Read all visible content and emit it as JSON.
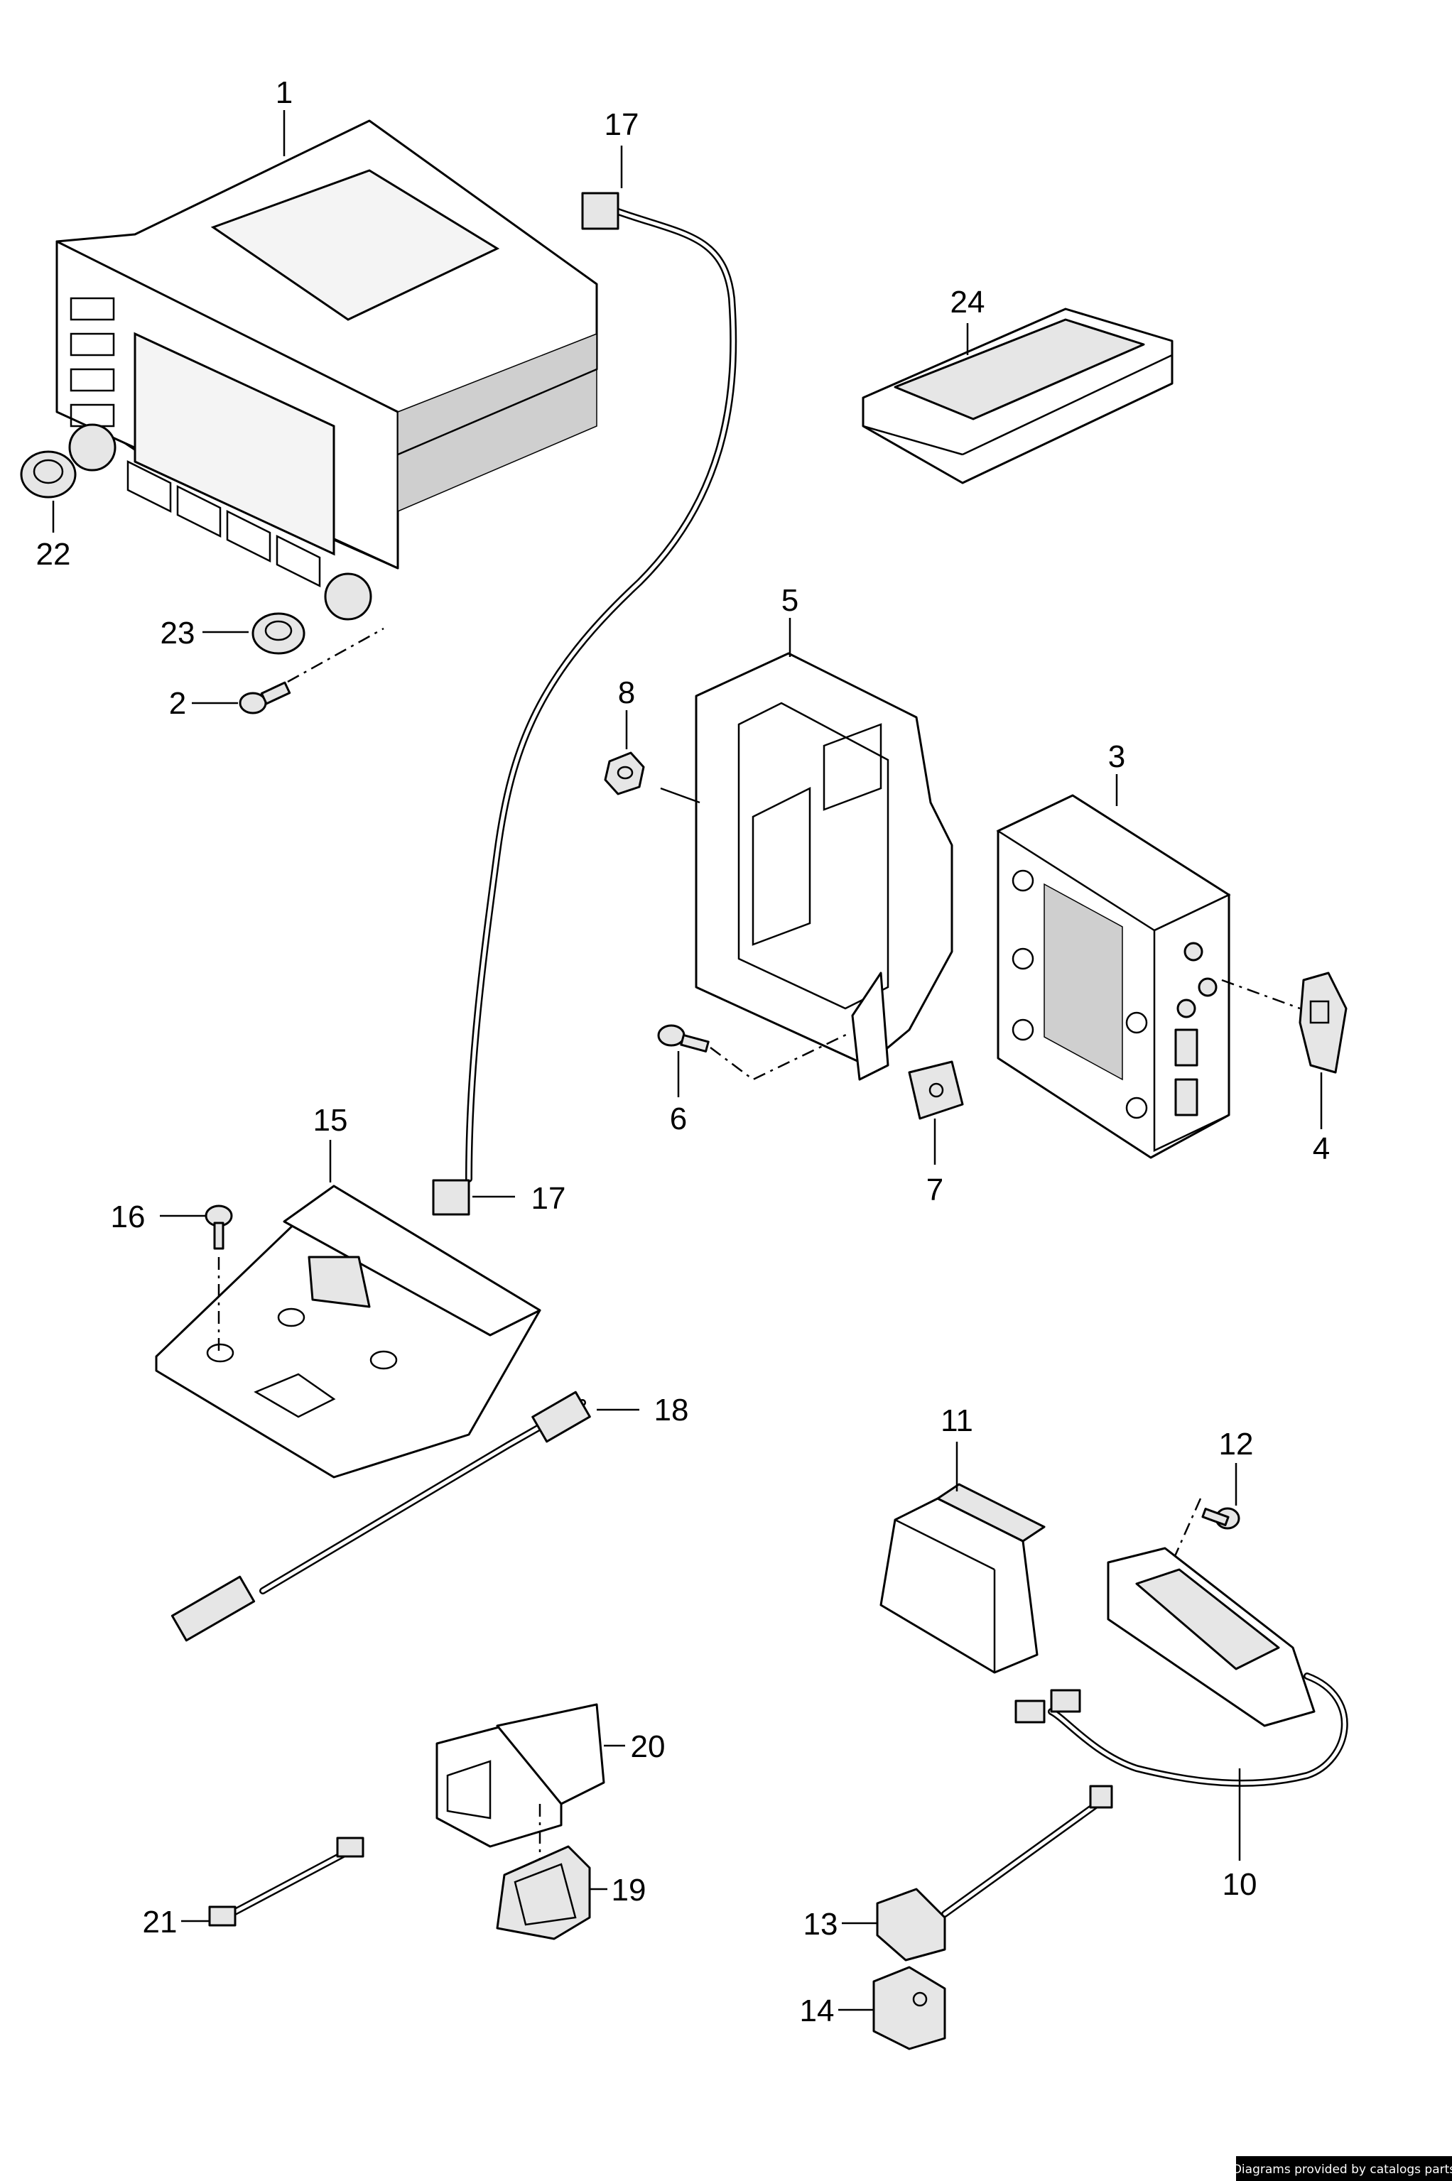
{
  "credit": "Diagrams provided by catalogs parts",
  "parts": [
    {
      "number": "1"
    },
    {
      "number": "2"
    },
    {
      "number": "3"
    },
    {
      "number": "4"
    },
    {
      "number": "5"
    },
    {
      "number": "6"
    },
    {
      "number": "7"
    },
    {
      "number": "8"
    },
    {
      "number": "10"
    },
    {
      "number": "11"
    },
    {
      "number": "12"
    },
    {
      "number": "13"
    },
    {
      "number": "14"
    },
    {
      "number": "15"
    },
    {
      "number": "16"
    },
    {
      "number": "17"
    },
    {
      "number": "18"
    },
    {
      "number": "19"
    },
    {
      "number": "20"
    },
    {
      "number": "21"
    },
    {
      "number": "22"
    },
    {
      "number": "23"
    },
    {
      "number": "24"
    }
  ]
}
